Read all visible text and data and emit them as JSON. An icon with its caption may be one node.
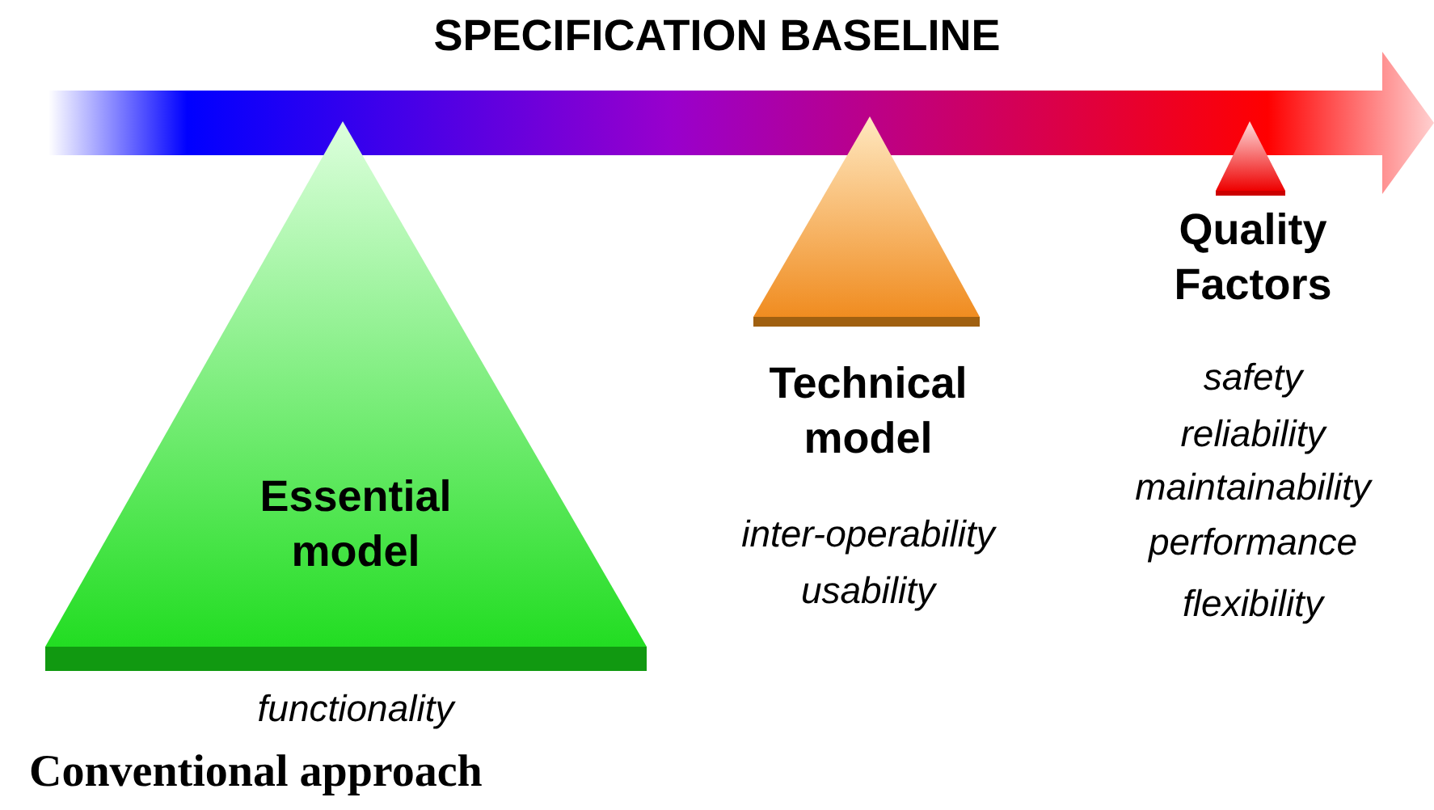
{
  "diagram": {
    "title": "SPECIFICATION BASELINE",
    "caption": "Conventional approach",
    "nodes": [
      {
        "text": [
          "Essential model"
        ],
        "beside": [
          "functionality"
        ]
      },
      {
        "text": [
          "Technical model"
        ],
        "beside": [
          "inter-operability",
          "usability"
        ]
      },
      {
        "text": [
          "Quality Factors"
        ],
        "beside": [
          "safety",
          "reliability",
          "maintainability",
          "performance",
          "flexibility"
        ]
      }
    ]
  }
}
